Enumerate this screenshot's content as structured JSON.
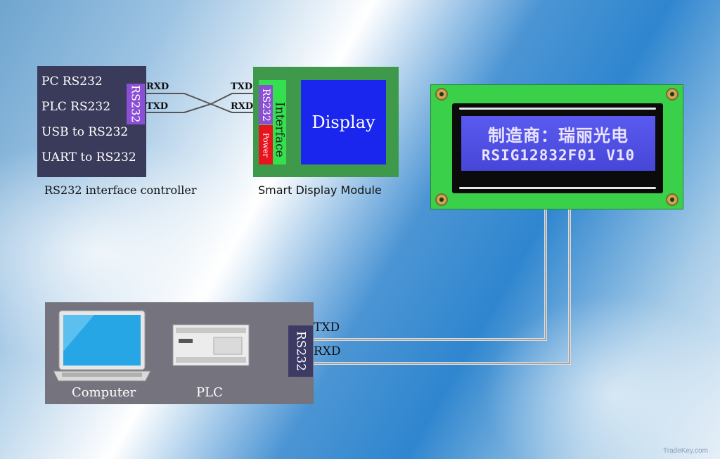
{
  "controller": {
    "items": [
      "PC RS232",
      "PLC RS232",
      "USB to RS232",
      "UART to RS232"
    ],
    "port_label": "RS232",
    "caption": "RS232 interface controller",
    "signals": [
      "RXD",
      "TXD"
    ]
  },
  "module": {
    "signals": [
      "TXD",
      "RXD"
    ],
    "port_label": "RS232",
    "interface_label": "Interface",
    "power_label": "Power",
    "display_label": "Display",
    "caption": "Smart Display Module"
  },
  "lcd": {
    "line1": "制造商：瑞丽光电",
    "line2": "RSIG12832F01 V10"
  },
  "host": {
    "computer_label": "Computer",
    "plc_label": "PLC",
    "port_label": "RS232",
    "signals": [
      "TXD",
      "RXD"
    ]
  },
  "watermark": "TradeKey.com",
  "colors": {
    "port_purple": "#8b4fd6",
    "interface_green": "#35e04e",
    "power_red": "#e8131c",
    "display_blue": "#1a26ee",
    "lcd_screen": "#4f4fe4",
    "pcb_green": "#3bd04a"
  }
}
